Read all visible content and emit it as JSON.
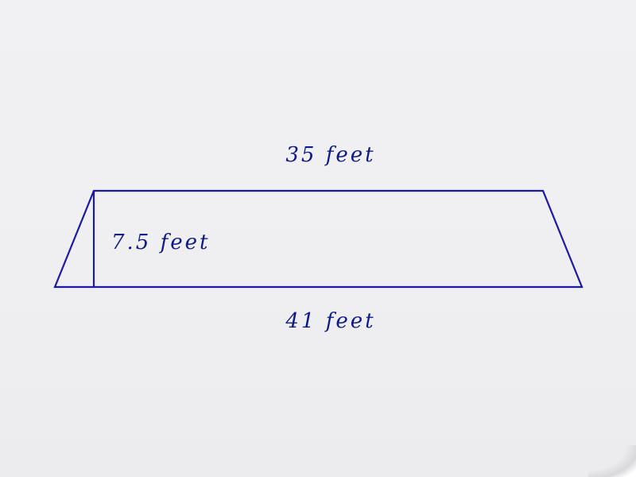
{
  "diagram": {
    "shape": "trapezoid",
    "top_label": "35 feet",
    "height_label": "7.5 feet",
    "bottom_label": "41 feet",
    "stroke_color": "#1a1aa6",
    "text_color": "#0d1a8a"
  }
}
